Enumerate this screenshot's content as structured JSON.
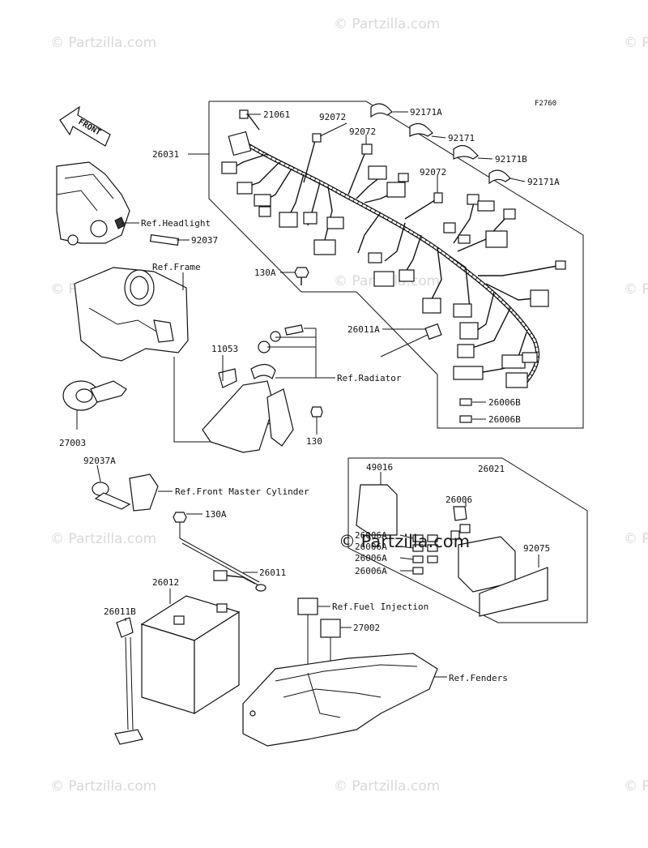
{
  "figure_code": "F2760",
  "watermark": "© Partzilla.com",
  "watermark_center": "© Partzilla.com",
  "front_label": "FRONT",
  "labels": {
    "p21061": "21061",
    "p92072a": "92072",
    "p92072b": "92072",
    "p92072c": "92072",
    "p92171Aa": "92171A",
    "p92171": "92171",
    "p92171B": "92171B",
    "p92171Ab": "92171A",
    "p26031": "26031",
    "refHeadlight": "Ref.Headlight",
    "p92037": "92037",
    "refFrame": "Ref.Frame",
    "p130Aa": "130A",
    "p26011A": "26011A",
    "p11053": "11053",
    "refRadiator": "Ref.Radiator",
    "p26006Ba": "26006B",
    "p26006Bb": "26006B",
    "p27003": "27003",
    "p130": "130",
    "p92037A": "92037A",
    "refFrontMaster": "Ref.Front Master Cylinder",
    "p130Ab": "130A",
    "p26011": "26011",
    "p49016": "49016",
    "p26021": "26021",
    "p26006": "26006",
    "p26006Aa": "26006A",
    "p26006Ab": "26006A",
    "p26006Ac": "26006A",
    "p26006Ad": "26006A",
    "p92075": "92075",
    "p26012": "26012",
    "p26011B": "26011B",
    "refFuelInjection": "Ref.Fuel Injection",
    "p27002": "27002",
    "refFenders": "Ref.Fenders"
  }
}
